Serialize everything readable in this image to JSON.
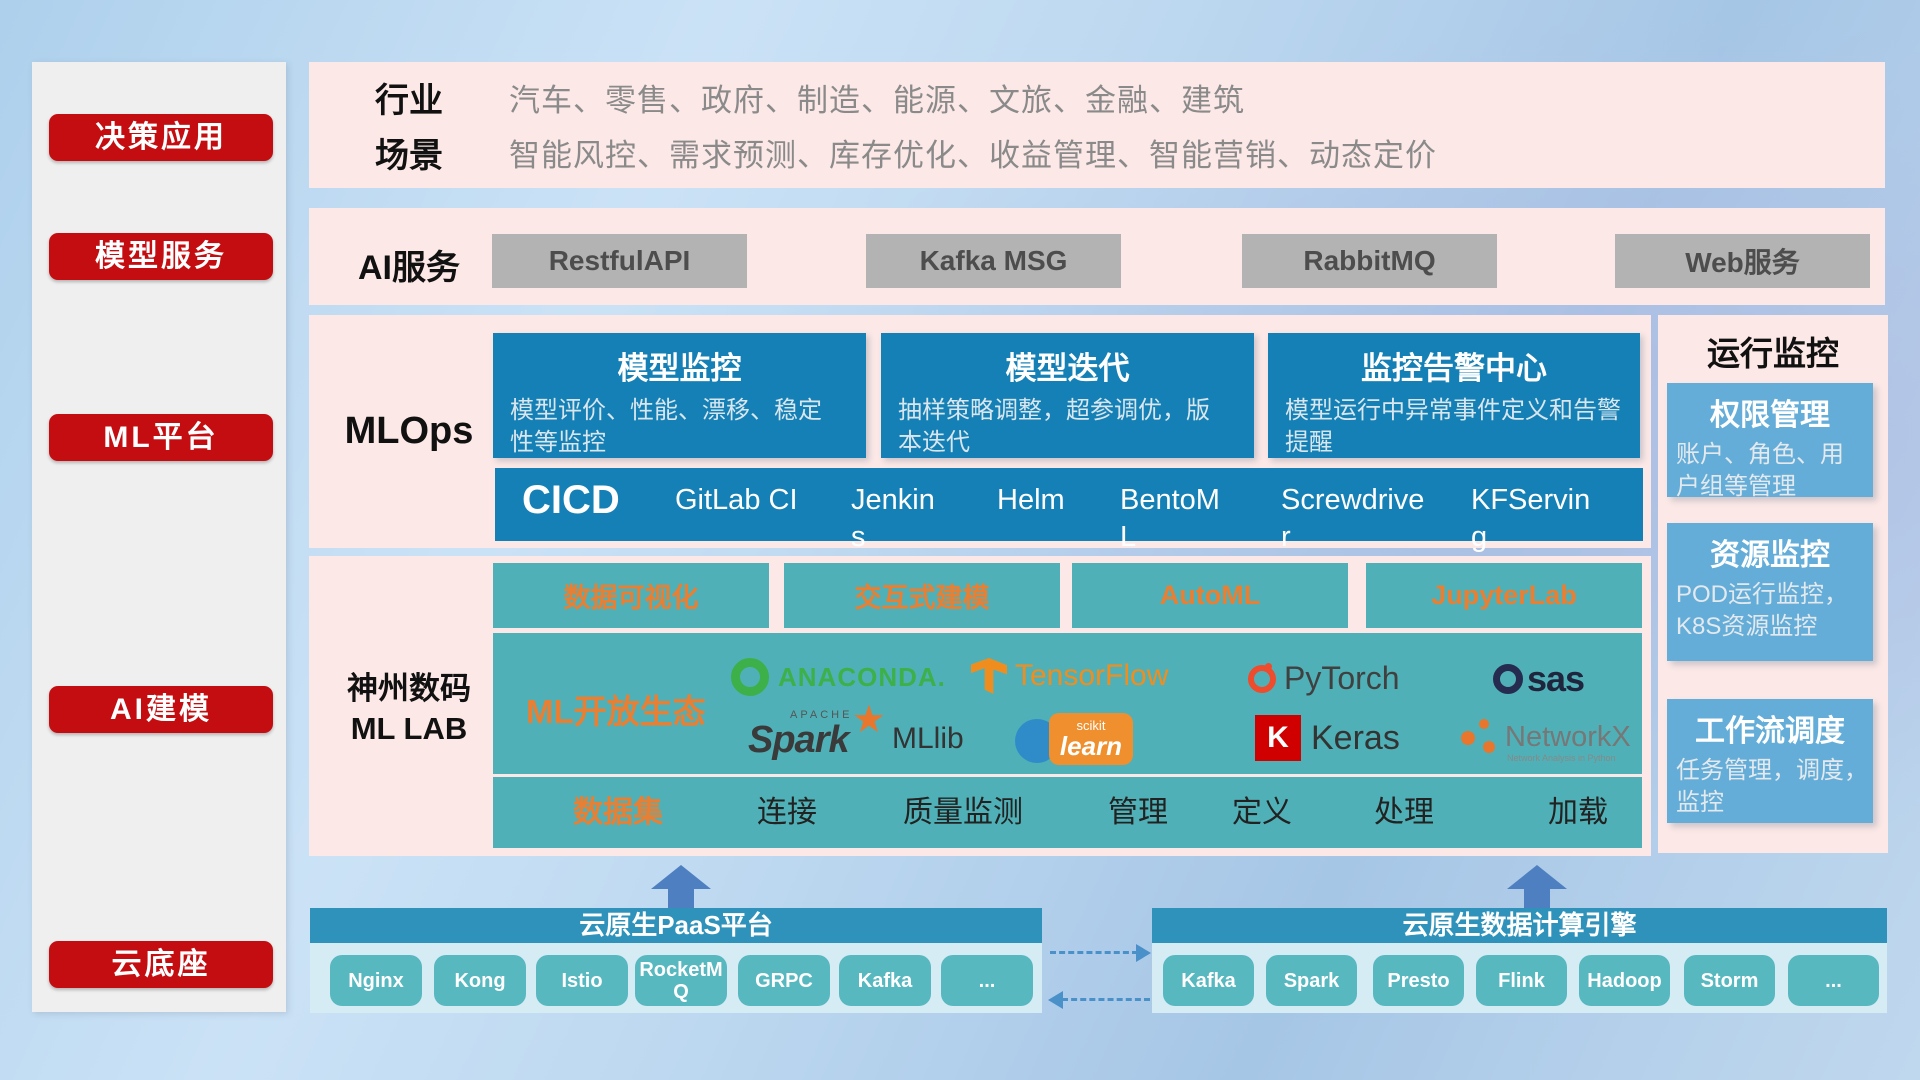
{
  "nav": {
    "items": [
      "决策应用",
      "模型服务",
      "ML平台",
      "AI建模",
      "云底座"
    ]
  },
  "s1": {
    "rows": [
      {
        "label": "行业",
        "value": "汽车、零售、政府、制造、能源、文旅、金融、建筑"
      },
      {
        "label": "场景",
        "value": "智能风控、需求预测、库存优化、收益管理、智能营销、动态定价"
      }
    ]
  },
  "s2": {
    "label": "AI服务",
    "buttons": [
      "RestfulAPI",
      "Kafka MSG",
      "RabbitMQ",
      "Web服务"
    ]
  },
  "s3": {
    "label": "MLOps",
    "cards": [
      {
        "title": "模型监控",
        "body": "模型评价、性能、漂移、稳定\n性等监控"
      },
      {
        "title": "模型迭代",
        "body": "抽样策略调整，超参调优，版\n本迭代"
      },
      {
        "title": "监控告警中心",
        "body": "模型运行中异常事件定义和告警\n提醒"
      }
    ],
    "cicd_label": "CICD",
    "cicd_items": [
      "GitLab CI",
      "Jenkins",
      "Helm",
      "BentoML",
      "Screwdriver",
      "KFServing"
    ]
  },
  "s4": {
    "label1": "神州数码",
    "label2": "ML LAB",
    "top_boxes": [
      "数据可视化",
      "交互式建模",
      "AutoML",
      "JupyterLab"
    ],
    "eco_label": "ML开放生态",
    "logos": {
      "anaconda": "ANACONDA.",
      "tensorflow": "TensorFlow",
      "pytorch": "PyTorch",
      "sas": "sas",
      "spark_apache": "APACHE",
      "spark": "Spark",
      "spark_star": "★",
      "mllib": "MLlib",
      "scikit_top": "scikit",
      "scikit_bottom": "learn",
      "keras_k": "K",
      "keras": "Keras",
      "networkx": "NetworkX",
      "networkx_sub": "Network Analysis in Python"
    },
    "data_bar": [
      "数据集",
      "连接",
      "质量监测",
      "管理",
      "定义",
      "处理",
      "加载"
    ]
  },
  "monitor": {
    "title": "运行监控",
    "cards": [
      {
        "title": "权限管理",
        "body": "账户、角色、用\n户组等管理"
      },
      {
        "title": "资源监控",
        "body": "POD运行监控，\nK8S资源监控"
      },
      {
        "title": "工作流调度",
        "body": "任务管理，调度，\n监控"
      }
    ]
  },
  "paas": {
    "title": "云原生PaaS平台",
    "buttons": [
      "Nginx",
      "Kong",
      "Istio",
      "RocketMQ",
      "GRPC",
      "Kafka",
      "..."
    ]
  },
  "engine": {
    "title": "云原生数据计算引擎",
    "buttons": [
      "Kafka",
      "Spark",
      "Presto",
      "Flink",
      "Hadoop",
      "Storm",
      "..."
    ]
  },
  "colors": {
    "red": "#c40d11",
    "pink": "#fce9e7",
    "blue_card": "#1580b5",
    "light_blue_card": "#63add8",
    "teal": "#4fb1b7",
    "tech_chip": "#58b8c0",
    "bar_header": "#2e92ba",
    "orange": "#e87f33",
    "gray_button": "#b3b3b3",
    "arrow_blue": "#4e7fc0"
  }
}
